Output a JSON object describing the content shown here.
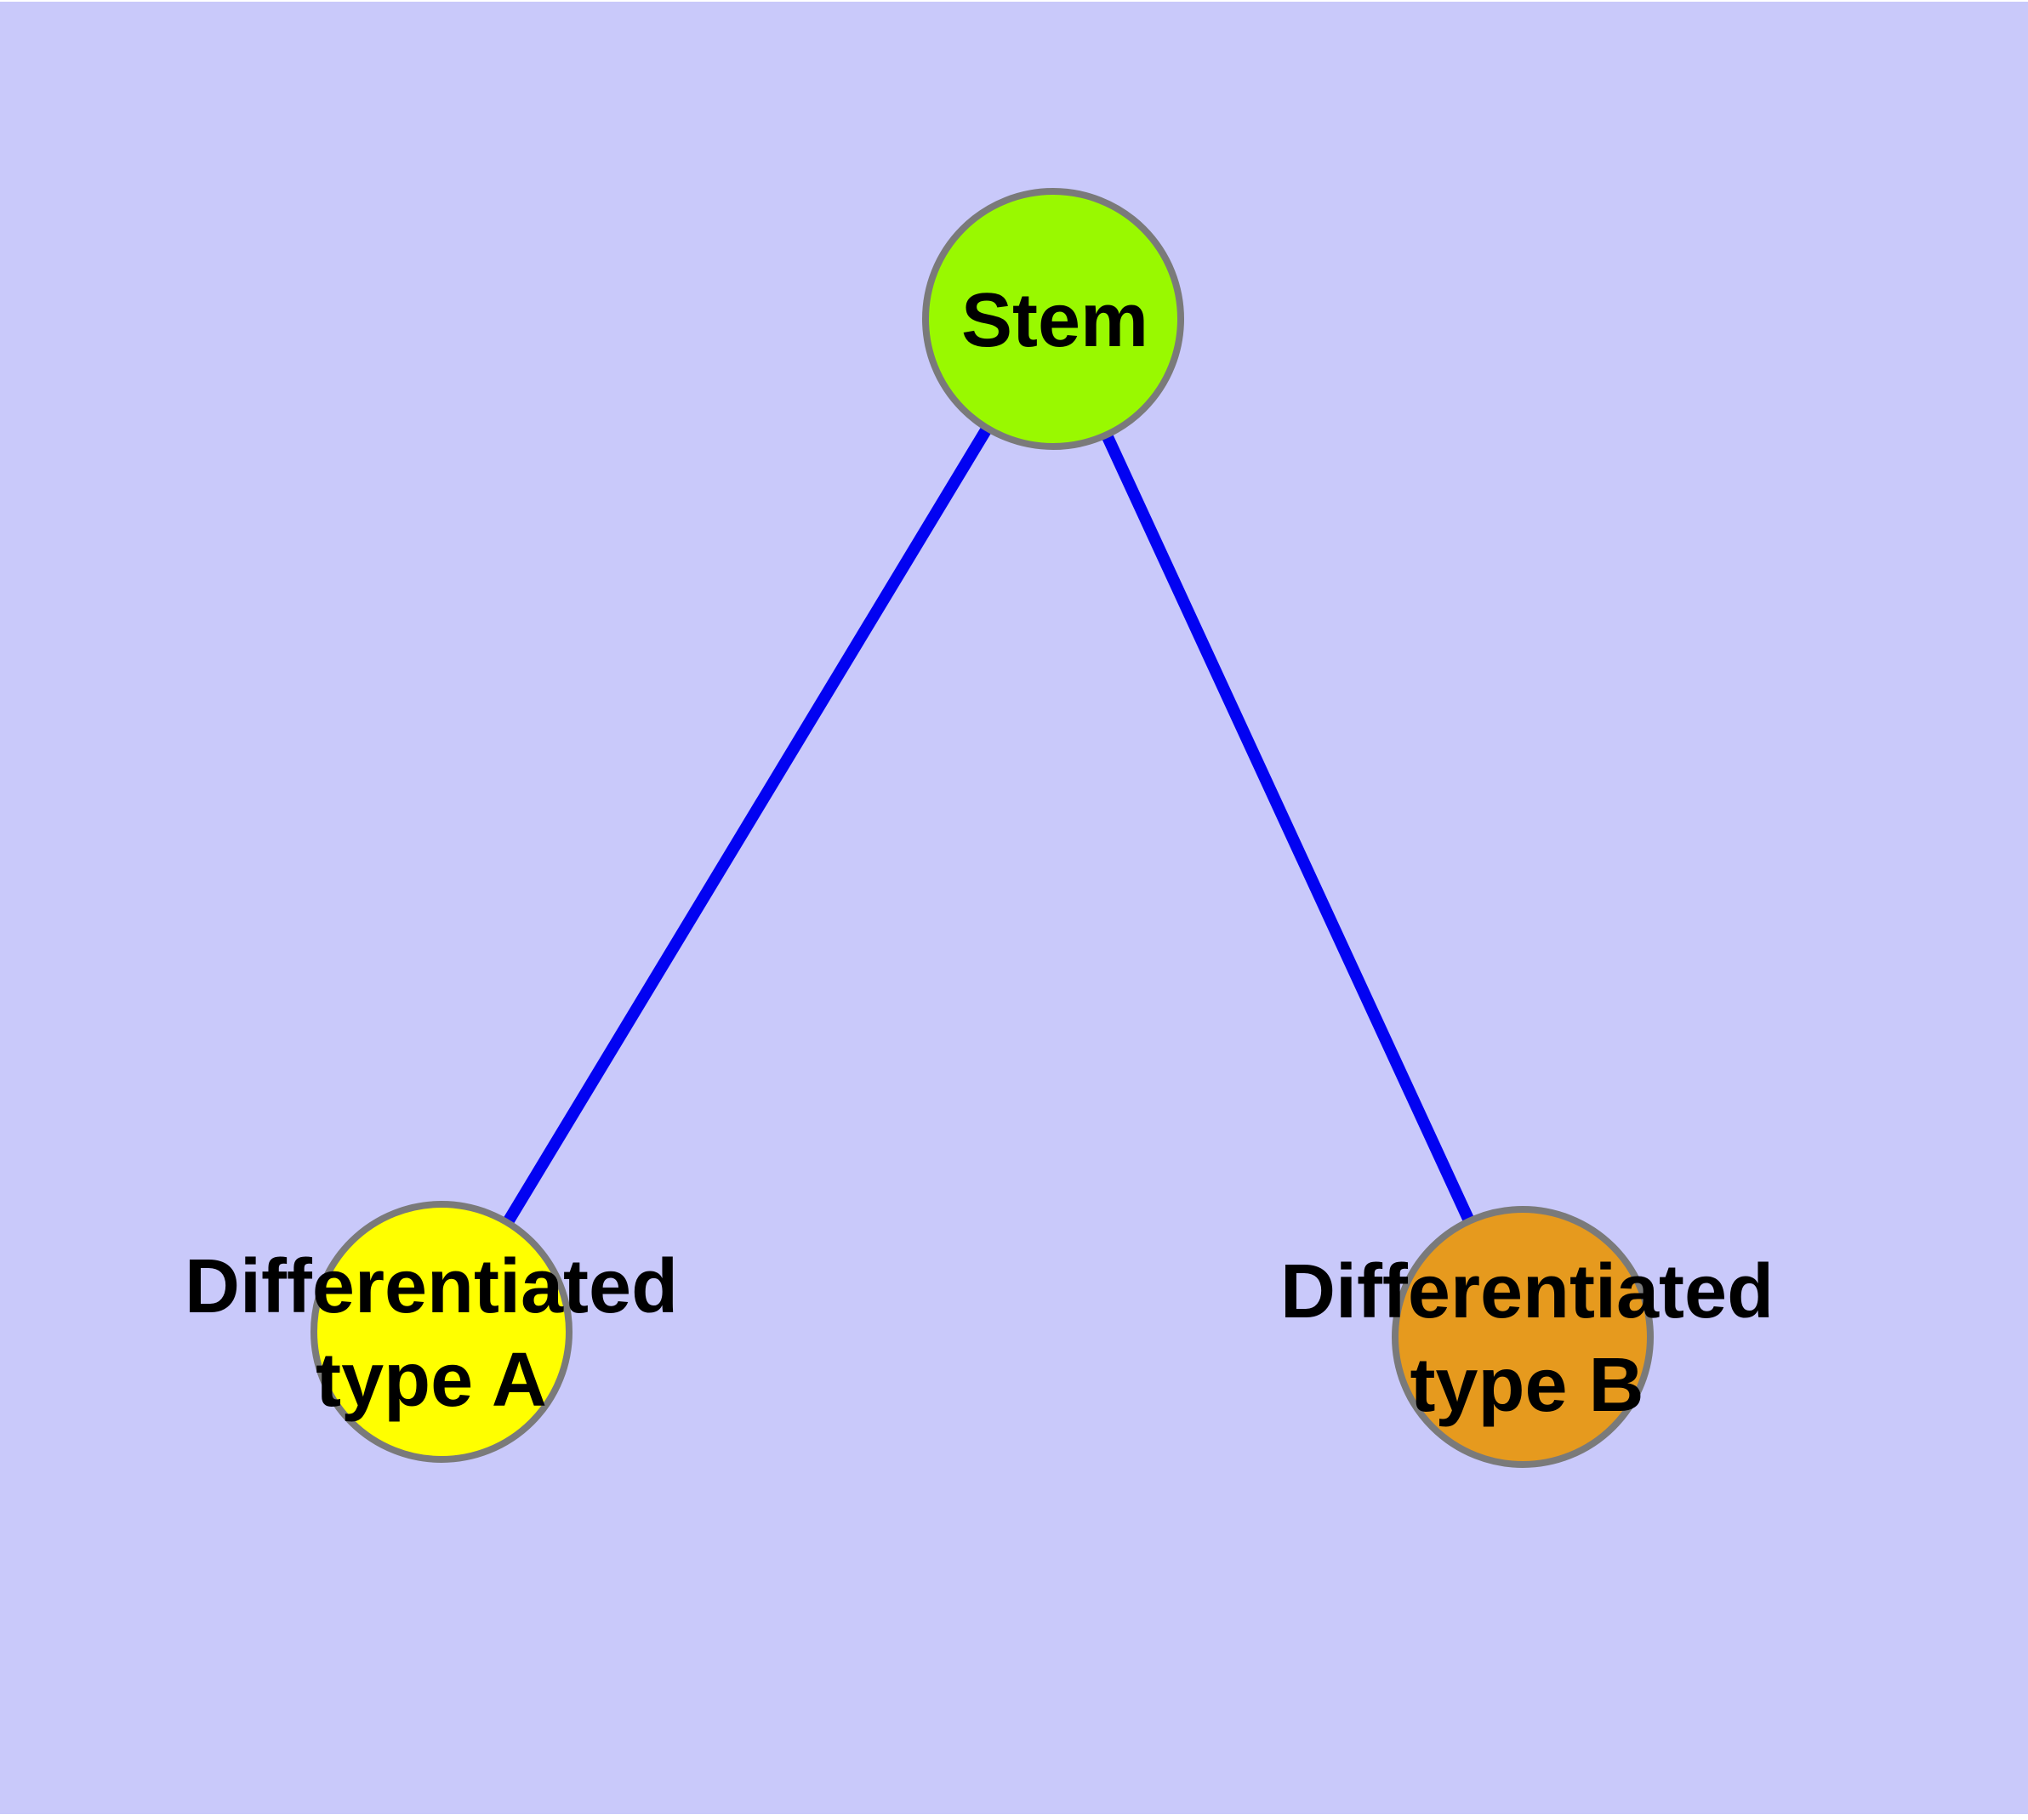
{
  "diagram": {
    "background_color": "#c9c9fa",
    "page_margin_color": "#ffffff",
    "edge_color": "#0202f2",
    "node_border_color": "#7a7a7a",
    "text_color": "#000000",
    "nodes": {
      "stem": {
        "label": "Stem",
        "fill": "#99f900"
      },
      "type_a": {
        "label_lines": [
          "Differentiated",
          "type A"
        ],
        "fill": "#ffff00"
      },
      "type_b": {
        "label_lines": [
          "Differentiated",
          "type B"
        ],
        "fill": "#e69a1e"
      }
    },
    "edges": [
      {
        "from": "Stem",
        "to": "Differentiated type A"
      },
      {
        "from": "Stem",
        "to": "Differentiated type B"
      }
    ]
  }
}
